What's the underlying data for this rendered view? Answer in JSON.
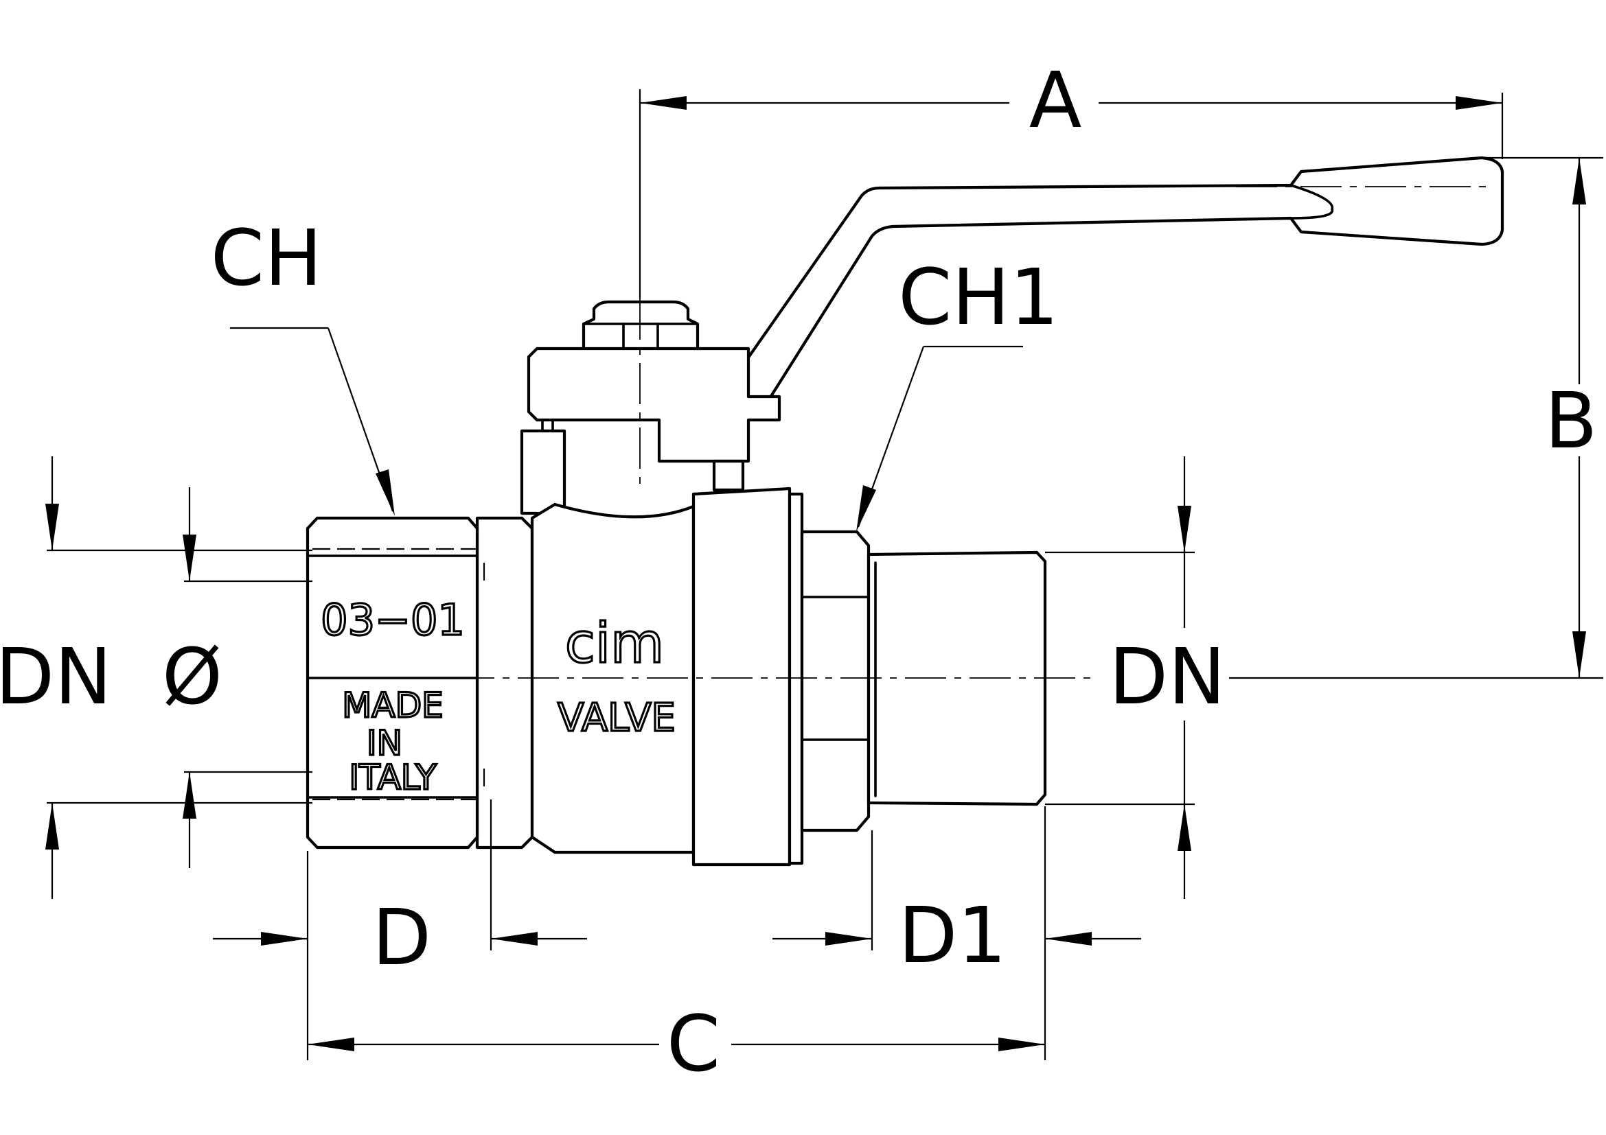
{
  "labels": {
    "A": "A",
    "B": "B",
    "C": "C",
    "D": "D",
    "D1": "D1",
    "CH": "CH",
    "CH1": "CH1",
    "DN_left": "DN",
    "DN_right": "DN",
    "phi": "Ø"
  },
  "body_markings": {
    "code": "03−01",
    "made": "MADE",
    "in": "IN",
    "italy": "ITALY",
    "brand": "cim",
    "valve": "VALVE"
  }
}
